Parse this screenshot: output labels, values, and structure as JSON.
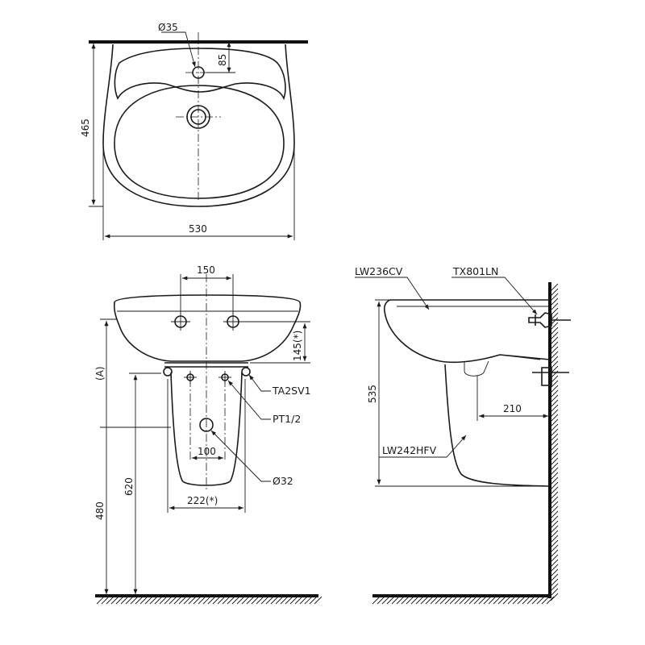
{
  "top_view": {
    "hole_diameter": "Ø35",
    "hole_offset": "85",
    "height": "465",
    "width": "530"
  },
  "front_view": {
    "faucet_spacing": "150",
    "faucet_drop": "145(*)",
    "bracket_label": "TA2SV1",
    "pipe_label": "PT1/2",
    "drain_spacing": "100",
    "drain_diameter": "Ø32",
    "pedestal_width": "222(*)",
    "overall_height": "(A)",
    "drain_height": "620",
    "pedestal_height": "480"
  },
  "side_view": {
    "basin_model": "LW236CV",
    "fitting_model": "TX801LN",
    "height": "535",
    "wall_offset": "210",
    "pedestal_model": "LW242HFV"
  }
}
